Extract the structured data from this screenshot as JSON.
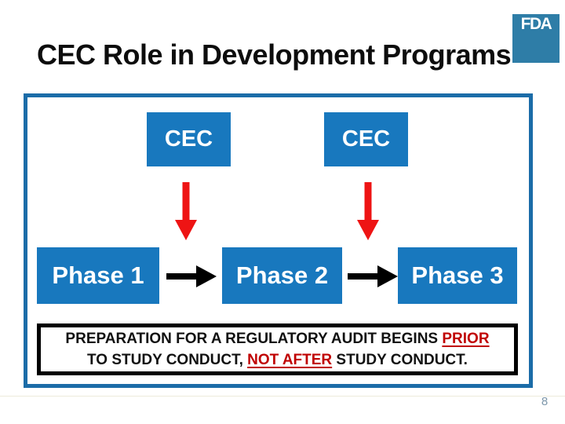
{
  "colors": {
    "title_black": "#0D0D0D",
    "box_blue": "#1878BE",
    "frame_blue": "#1B6CA8",
    "logo_blue": "#2E7DA7",
    "arrow_red": "#EE1414",
    "arrow_black": "#000000",
    "emphasis_red": "#C00000",
    "page_number_gray": "#7E98AC"
  },
  "header": {
    "title": "CEC Role in Development Programs",
    "logo_text": "FDA"
  },
  "diagram": {
    "cec_boxes": [
      {
        "label": "CEC"
      },
      {
        "label": "CEC"
      }
    ],
    "phase_boxes": [
      {
        "label": "Phase 1"
      },
      {
        "label": "Phase 2"
      },
      {
        "label": "Phase 3"
      }
    ]
  },
  "callout": {
    "lines": [
      {
        "segments": [
          {
            "text": "PREPARATION FOR A REGULATORY AUDIT BEGINS "
          },
          {
            "text": "PRIOR",
            "emphasis": true
          }
        ]
      },
      {
        "segments": [
          {
            "text": "TO STUDY CONDUCT, "
          },
          {
            "text": "NOT AFTER",
            "emphasis": true
          },
          {
            "text": " STUDY CONDUCT."
          }
        ]
      }
    ]
  },
  "footer": {
    "page_number": "8"
  }
}
